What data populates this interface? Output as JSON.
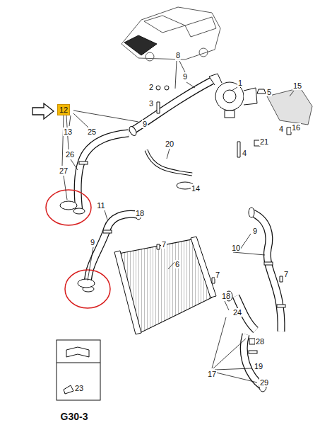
{
  "diagram": {
    "nodes": [
      {
        "text": [
          "12"
        ]
      }
    ],
    "labels": [
      "8",
      "2",
      "9",
      "1",
      "5",
      "15",
      "3",
      "4",
      "16",
      "13",
      "25",
      "9",
      "21",
      "20",
      "4",
      "26",
      "27",
      "14",
      "11",
      "18",
      "9",
      "7",
      "9",
      "10",
      "6",
      "7",
      "7",
      "18",
      "24",
      "28",
      "23",
      "19",
      "17",
      "29",
      "G30-3"
    ]
  }
}
